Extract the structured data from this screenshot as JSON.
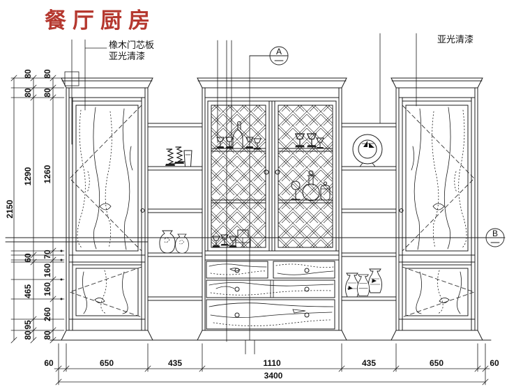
{
  "title": {
    "text": "餐厅厨房",
    "color": "#b5382f"
  },
  "annotations": {
    "door_material_line1": "橡木门芯板",
    "door_material_line2": "亚光清漆",
    "finish_note": "亚光清漆",
    "section_a": "A",
    "section_b": "B"
  },
  "dimensions": {
    "bottom": {
      "segments": [
        "60",
        "650",
        "435",
        "1110",
        "435",
        "650",
        "60"
      ],
      "total": "3400"
    },
    "left": {
      "total": "2150",
      "outer_chain": [
        "80",
        "80",
        "1290",
        "60",
        "465",
        "95",
        "80"
      ],
      "inner_chain": [
        "80",
        "80",
        "1260",
        "70",
        "160",
        "160",
        "260",
        "80"
      ]
    }
  },
  "drawing": {
    "line_color": "#1c1c1c",
    "background": "#ffffff"
  }
}
